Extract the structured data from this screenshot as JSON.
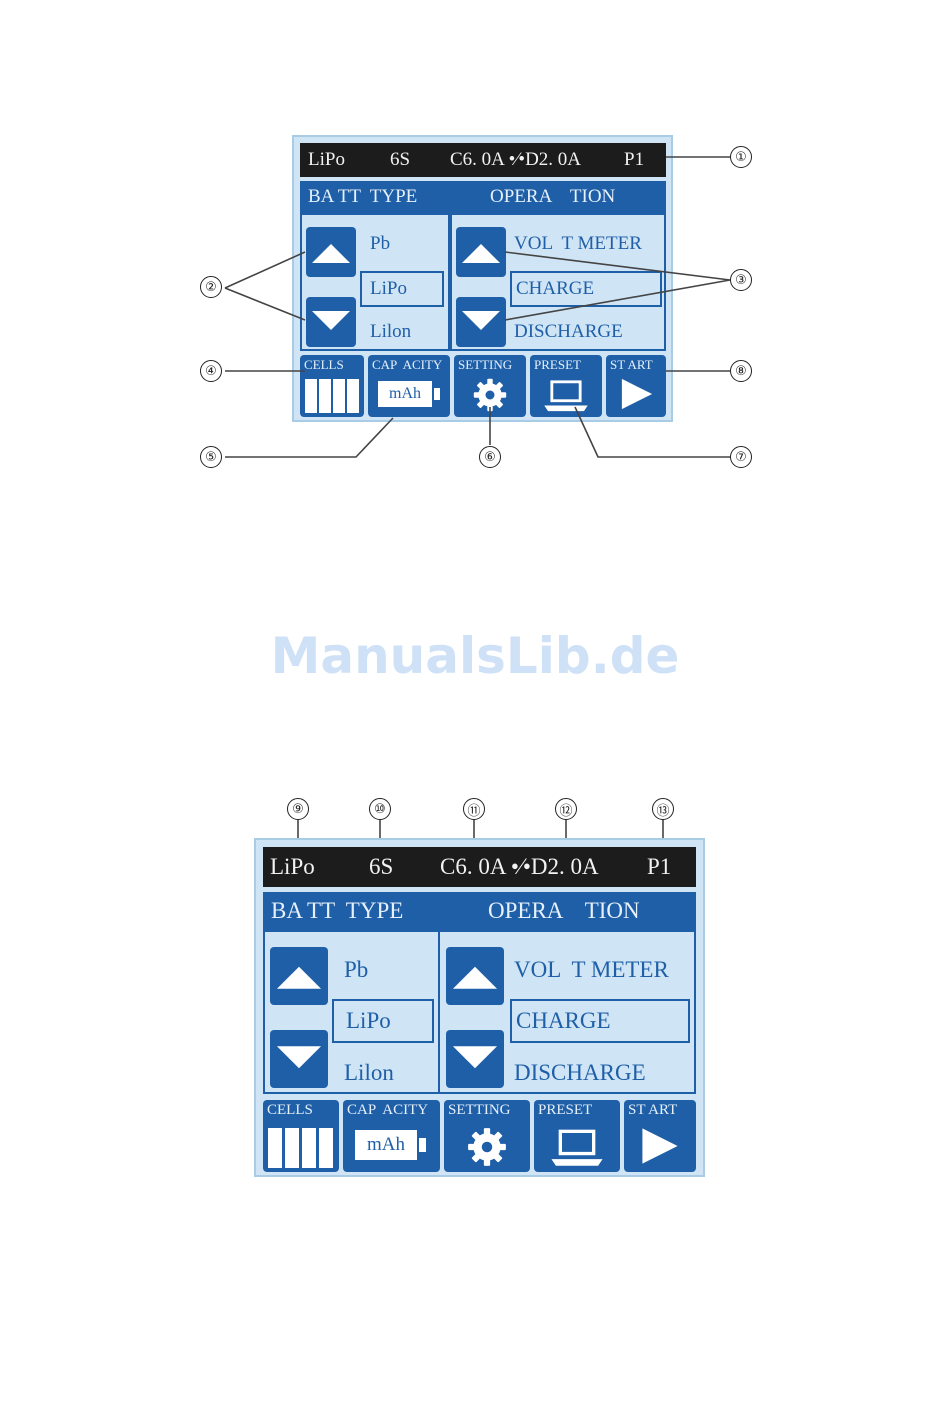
{
  "status_bar": {
    "chem": "LiPo",
    "cells": "6S",
    "currents": "C6. 0A •⁄•D2. 0A",
    "program": "P1"
  },
  "header": {
    "batt_type": "BA TT  TYPE",
    "operation": "OPERA    TION"
  },
  "batt_types": {
    "top": "Pb",
    "selected": "LiPo",
    "bottom": "Lilon"
  },
  "operations": {
    "top": "VOL  T METER",
    "selected": "CHARGE",
    "bottom": "DISCHARGE"
  },
  "buttons": {
    "cells": "CELLS",
    "capacity": "CAP  ACITY",
    "capacity_unit": "mAh",
    "setting": "SETTING",
    "preset": "PRESET",
    "start": "ST ART"
  },
  "callouts": [
    "①",
    "②",
    "③",
    "④",
    "⑤",
    "⑥",
    "⑦",
    "⑧",
    "⑨",
    "⑩",
    "⑪",
    "⑫",
    "⑬"
  ],
  "watermark": "ManualsLib.de",
  "colors": {
    "panel_bg": "#cfe5f5",
    "accent": "#1f5fa8",
    "status_bg": "#1c1c1c",
    "watermark": "#cfe1f6"
  }
}
